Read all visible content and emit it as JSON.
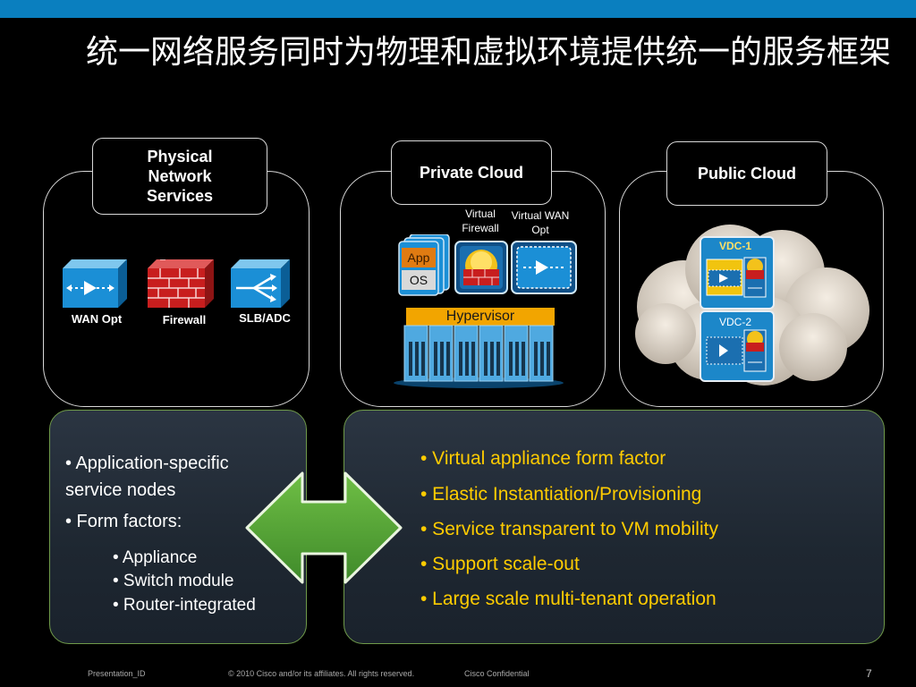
{
  "slide": {
    "title": "统一网络服务同时为物理和虚拟环境提供统一的服务框架"
  },
  "panels": {
    "physical": {
      "label": "Physical Network Services",
      "icons": [
        "WAN Opt",
        "Firewall",
        "SLB/ADC"
      ]
    },
    "private_cloud": {
      "label": "Private Cloud",
      "virtual_firewall": "Virtual Firewall",
      "virtual_wan_opt": "Virtual WAN Opt",
      "app_label": "App",
      "os_label": "OS",
      "hypervisor_label": "Hypervisor"
    },
    "public_cloud": {
      "label": "Public Cloud",
      "vdc1": "VDC-1",
      "vdc2": "VDC-2"
    }
  },
  "left_bullets": {
    "b1": "• Application-specific service nodes",
    "b2": "• Form factors:",
    "sub": [
      "• Appliance",
      "• Switch module",
      "• Router-integrated"
    ]
  },
  "right_bullets": [
    "• Virtual appliance form factor",
    "• Elastic Instantiation/Provisioning",
    "• Service transparent to VM mobility",
    "• Support scale-out",
    "• Large scale multi-tenant operation"
  ],
  "footer": {
    "presentation_id": "Presentation_ID",
    "copyright": "© 2010 Cisco and/or its affiliates. All rights reserved.",
    "confidential": "Cisco Confidential",
    "page_number": "7"
  },
  "colors": {
    "accent_bar": "#0a7fbf",
    "bullet_highlight": "#ffcc00",
    "arrow_green": "#4f9a34"
  },
  "icons": [
    "wan-opt-icon",
    "firewall-icon",
    "slb-adc-icon",
    "virtual-firewall-icon",
    "virtual-wan-opt-icon",
    "server-rack-icon",
    "cloud-icon",
    "double-arrow-icon"
  ]
}
